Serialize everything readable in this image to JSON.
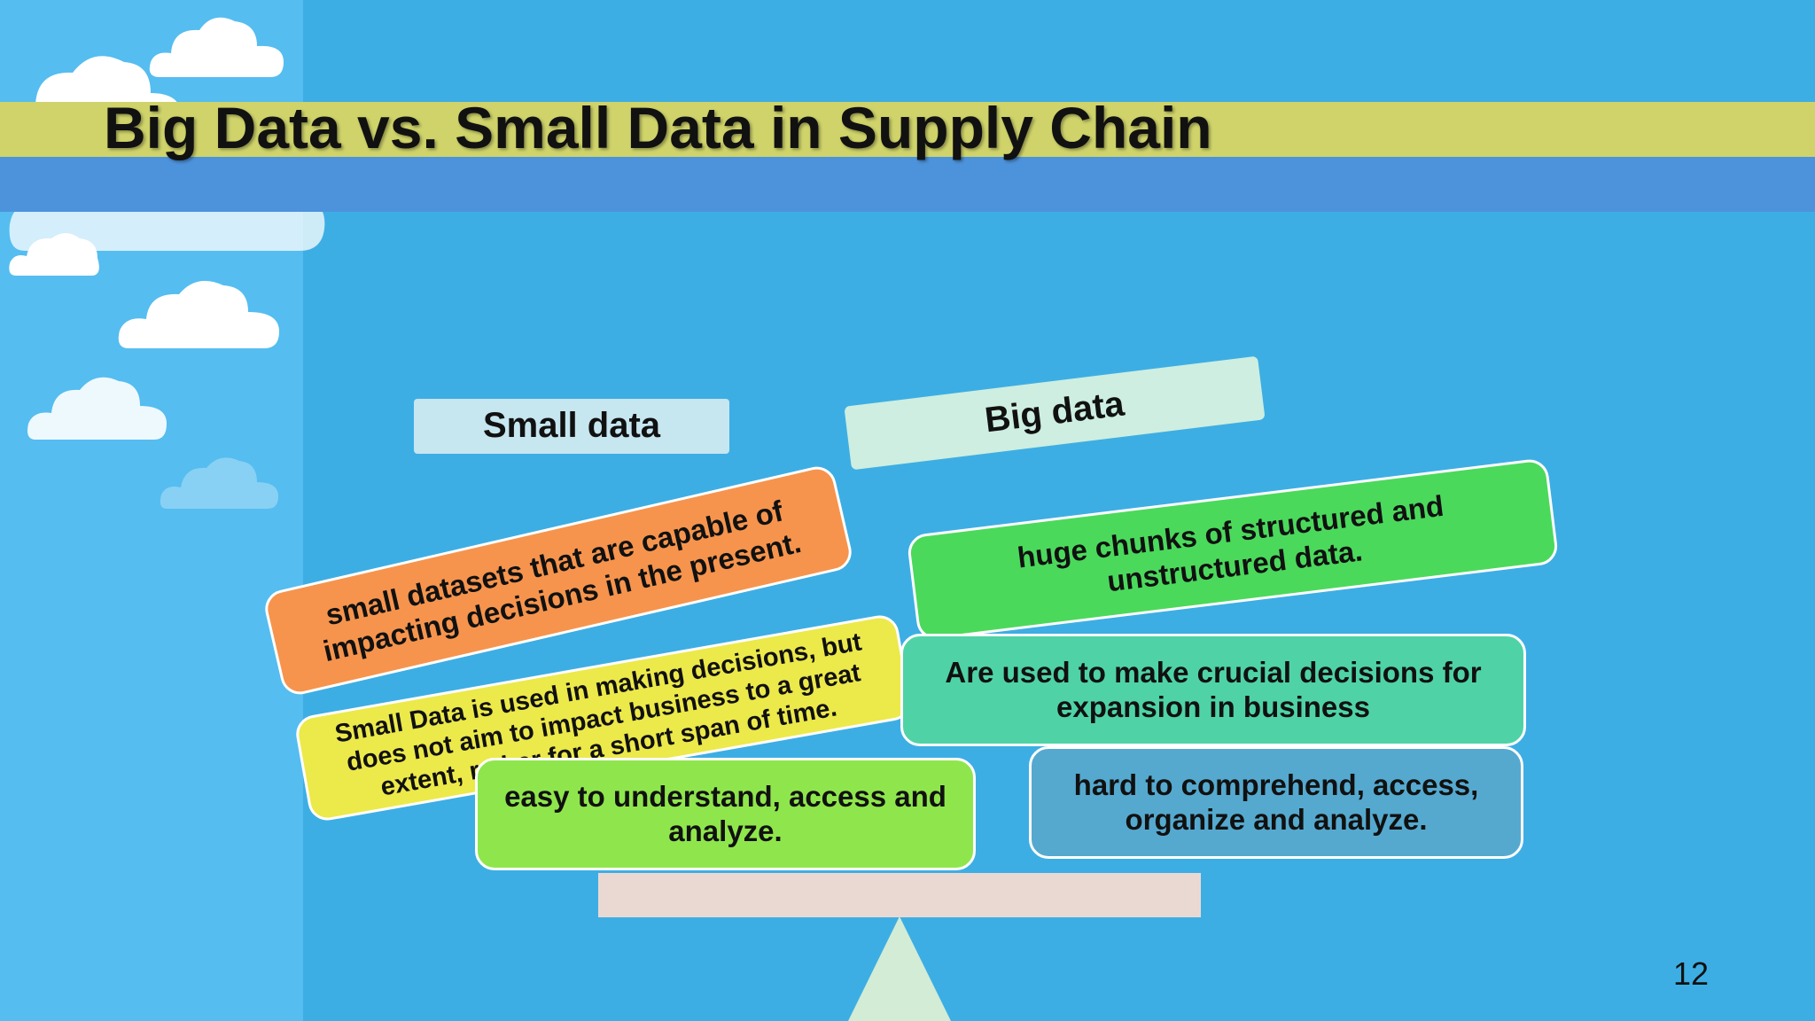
{
  "slide": {
    "title": "Big Data vs. Small Data in Supply Chain",
    "page_number": "12"
  },
  "headers": {
    "small": "Small data",
    "big": "Big data"
  },
  "small_items": [
    "small datasets that are capable of impacting decisions in the present.",
    "Small Data is used in making decisions, but does not aim to impact business to a great extent, rather for a short span of time.",
    "easy to understand, access and analyze."
  ],
  "big_items": [
    "huge chunks of structured and unstructured data.",
    "Are used to make crucial decisions for expansion in business",
    "hard to comprehend, access, organize and analyze."
  ],
  "colors": {
    "background": "#3daee4",
    "title_band": "#cfd36a",
    "orange": "#f6944d",
    "green": "#4bd95c",
    "yellow": "#ece94a",
    "teal": "#4fd3a6",
    "lime": "#8fe64c",
    "steel": "#55a9cf",
    "beam": "#ead9d3"
  }
}
